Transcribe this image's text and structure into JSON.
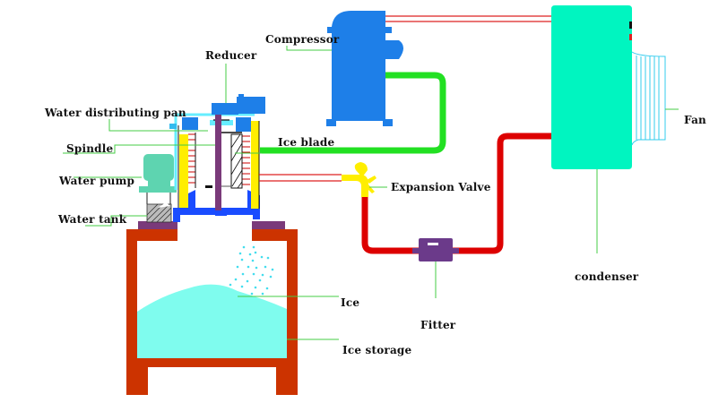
{
  "diagram": {
    "title": "Flake ice machine refrigeration system",
    "labels": {
      "reducer": "Reducer",
      "compressor": "Compressor",
      "water_distributing_pan": "Water distributing pan",
      "spindle": "Spindle",
      "ice_blade": "Ice blade",
      "water_pump": "Water pump",
      "water_tank": "Water tank",
      "expansion_valve": "Expansion Valve",
      "fan": "Fan",
      "condenser": "condenser",
      "ice": "Ice",
      "fitter": "Fitter",
      "ice_storage": "Ice storage"
    },
    "colors": {
      "compressor": "#1e7fe8",
      "condenser": "#00f5c0",
      "suction_line": "#22e022",
      "liquid_line": "#dd0000",
      "valve": "#ffee00",
      "filter": "#6b3a8a",
      "storage_frame": "#cc3300",
      "ice": "#7ffcee",
      "leader_line": "#44cc44",
      "spindle": "#7a3a7a",
      "water_pump": "#5ed4b0",
      "fan_grille": "#33ccee"
    }
  }
}
